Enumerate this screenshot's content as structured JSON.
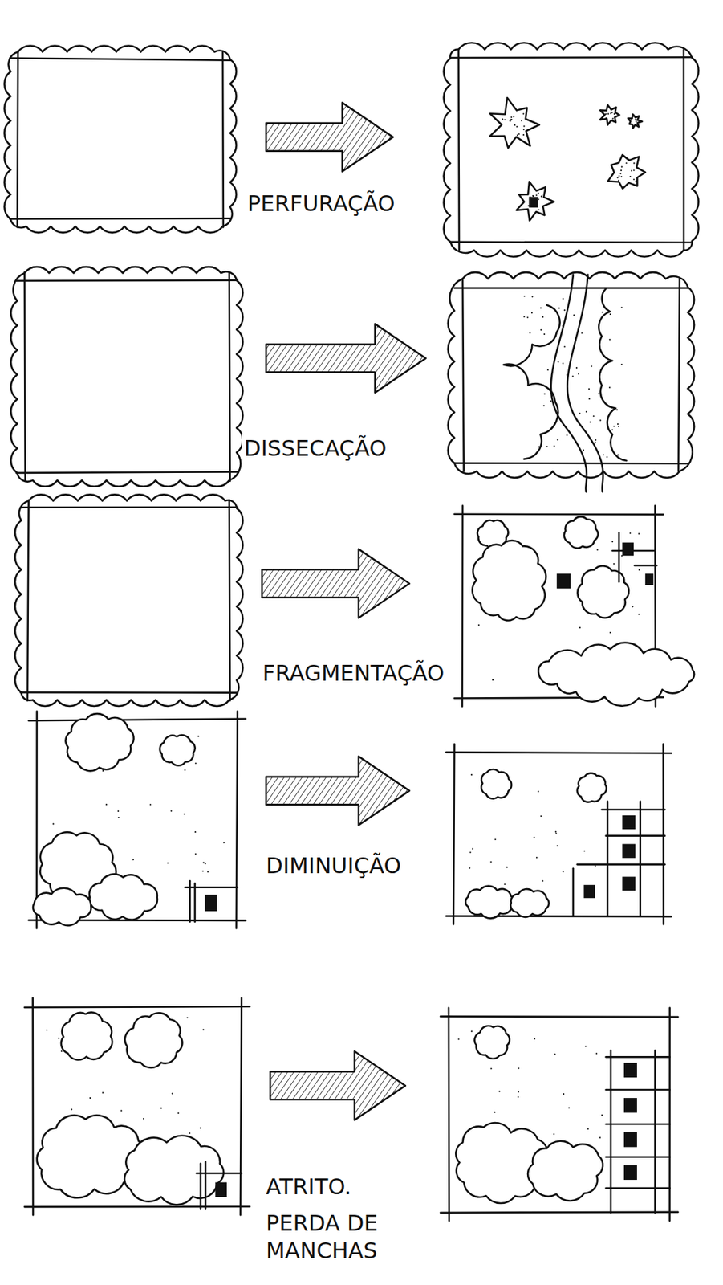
{
  "diagram": {
    "labels": [
      "PERFURAÇÃO",
      "DISSECAÇÃO",
      "FRAGMENTAÇÃO",
      "DIMINUIÇÃO",
      "ATRITO.",
      "PERDA DE MANCHAS"
    ]
  }
}
